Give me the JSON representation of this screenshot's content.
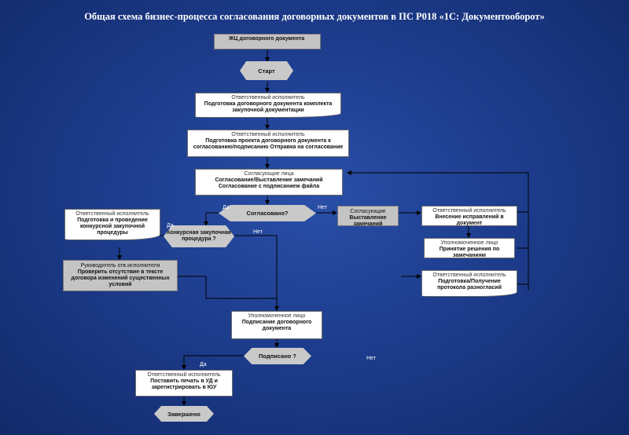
{
  "title": "Общая схема бизнес-процесса согласования договорных  документов в ПС Р018 «1С: Документооборот»",
  "nodes": {
    "zhc": "ЖЦ договорного документа",
    "start": "Старт",
    "prep_role": "Ответственный исполнитель",
    "prep_task": "Подготовка договорного документа комплекта закупочной документации",
    "draft_role": "Ответственный исполнитель",
    "draft_task": "Подготовка проекта договорного документа к согласованию/подписанию Отправка на согласование",
    "agree_role": "Согласующие лица",
    "agree_task": "Согласование/Выставление замечаний Согласование с подписанием файла",
    "agreed_q": "Согласовано?",
    "remarks_role": "Согласующие",
    "remarks_task": "Выставление замечаний",
    "fix_role": "Ответственный исполнитель",
    "fix_task": "Внесение исправлений в документ",
    "decide_role": "Уполномоченное лицо",
    "decide_task": "Принятие решения по замечаниям",
    "protocol_role": "Ответственный исполнитель",
    "protocol_task": "Подготовка/Получение протокола разногласий",
    "tender_role": "Ответственный исполнитель",
    "tender_task": "Подготовка и проведение конкурсной закупочной процедуры",
    "tender_q": "Конкурсная закупочная процедура ?",
    "check_role": "Руководитель отв.исполнителя",
    "check_task": "Проверить отсутствие в тексте договора изменений существенных условий",
    "sign_role": "Уполномоченное лицо",
    "sign_task": "Подписание договорного документа",
    "signed_q": "Подписано ?",
    "stamp_role": "Ответственный исполнитель",
    "stamp_task": "Поставить печать в УД и зарегистрировать в ЮУ",
    "end": "Завершено"
  },
  "labels": {
    "yes1": "Да",
    "no1": "Нет",
    "yes2": "Да",
    "no2": "Нет",
    "yes3": "Да",
    "no3": "Нет"
  }
}
